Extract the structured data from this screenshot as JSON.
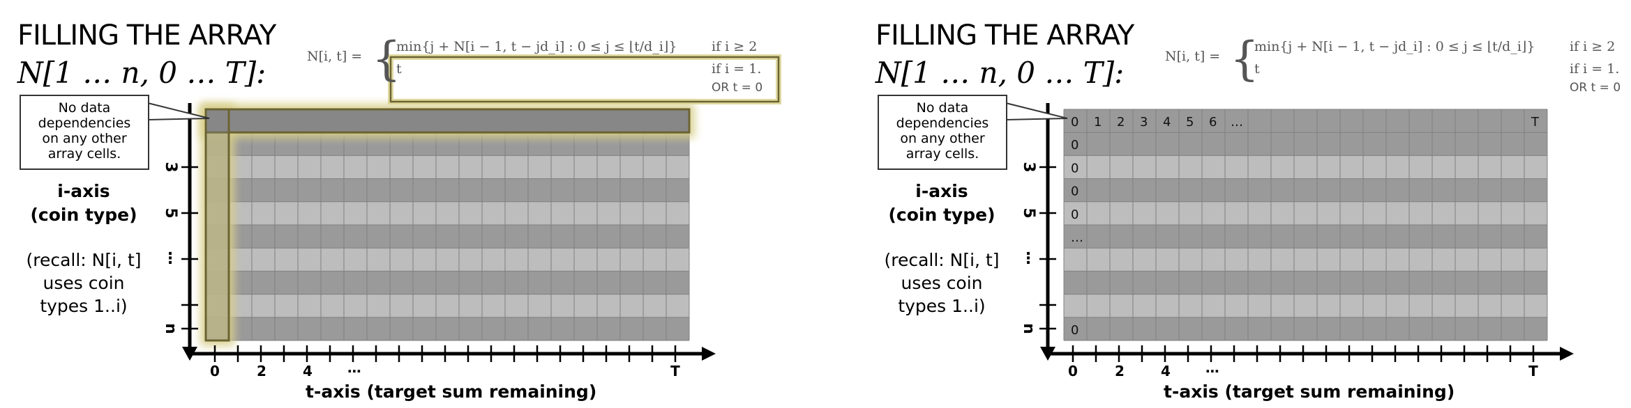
{
  "panels": [
    {
      "title_line1": "FILLING THE ARRAY",
      "title_line2": "N[1 … n, 0 … T]:",
      "formula": {
        "lhs": "N[i, t] =",
        "case1": "min{j + N[i − 1, t − jd_i] : 0 ≤ j ≤ ⌊t/d_i⌋}",
        "cond1": "if i ≥ 2",
        "case2": "t",
        "cond2": "if i = 1.",
        "cond3": "OR t = 0"
      },
      "callout": [
        "No data",
        "dependencies",
        "on any other",
        "array cells."
      ],
      "i_axis_label": [
        "i-axis",
        "(coin type)"
      ],
      "recall_label": [
        "(recall: N[i, t]",
        "uses coin",
        "types 1..i)"
      ],
      "i_ticks": [
        "3",
        "5",
        "⋮",
        "n"
      ],
      "t_ticks": [
        "0",
        "2",
        "4",
        "⋯",
        "T"
      ],
      "t_axis_label": "t-axis (target sum remaining)",
      "cells": {
        "first_row": [],
        "first_col": []
      },
      "highlight": true
    },
    {
      "title_line1": "FILLING THE ARRAY",
      "title_line2": "N[1 … n, 0 … T]:",
      "formula": {
        "lhs": "N[i, t] =",
        "case1": "min{j + N[i − 1, t − jd_i] : 0 ≤ j ≤ ⌊t/d_i⌋}",
        "cond1": "if i ≥ 2",
        "case2": "t",
        "cond2": "if i = 1.",
        "cond3": "OR t = 0"
      },
      "callout": [
        "No data",
        "dependencies",
        "on any other",
        "array cells."
      ],
      "i_axis_label": [
        "i-axis",
        "(coin type)"
      ],
      "recall_label": [
        "(recall: N[i, t]",
        "uses coin",
        "types 1..i)"
      ],
      "i_ticks": [
        "3",
        "5",
        "⋮",
        "n"
      ],
      "t_ticks": [
        "0",
        "2",
        "4",
        "⋯",
        "T"
      ],
      "t_axis_label": "t-axis (target sum remaining)",
      "cells": {
        "first_row": [
          "0",
          "1",
          "2",
          "3",
          "4",
          "5",
          "6",
          "…",
          "T"
        ],
        "first_col": [
          "0",
          "0",
          "0",
          "0",
          "…",
          "0"
        ]
      },
      "highlight": false
    }
  ],
  "colors": {
    "row_light": "#bdbdbd",
    "row_dark": "#9a9a9a",
    "grid_line": "#808080",
    "highlight_fill": "#878787",
    "highlight_border": "#6b6330",
    "highlight_glow": "#d8cf8a"
  }
}
